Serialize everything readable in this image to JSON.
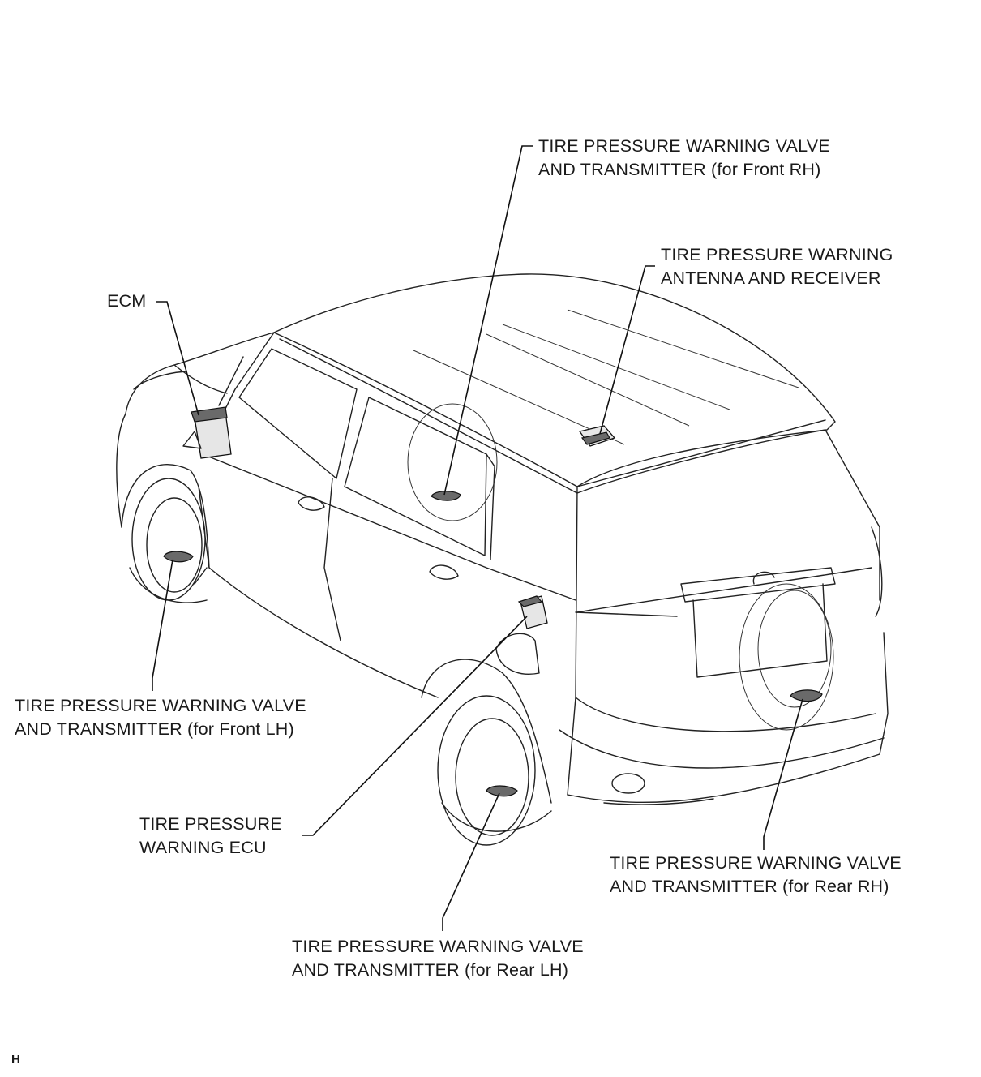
{
  "diagram": {
    "labels": {
      "front_rh": [
        "TIRE PRESSURE WARNING VALVE",
        "AND TRANSMITTER (for Front RH)"
      ],
      "antenna": [
        "TIRE PRESSURE WARNING",
        "ANTENNA AND RECEIVER"
      ],
      "ecm": [
        "ECM"
      ],
      "front_lh": [
        "TIRE PRESSURE WARNING VALVE",
        "AND TRANSMITTER (for Front LH)"
      ],
      "ecu": [
        "TIRE PRESSURE",
        "WARNING ECU"
      ],
      "rear_rh": [
        "TIRE PRESSURE WARNING VALVE",
        "AND TRANSMITTER (for Rear RH)"
      ],
      "rear_lh": [
        "TIRE PRESSURE WARNING VALVE",
        "AND TRANSMITTER (for Rear LH)"
      ]
    },
    "corner_mark": "H"
  }
}
